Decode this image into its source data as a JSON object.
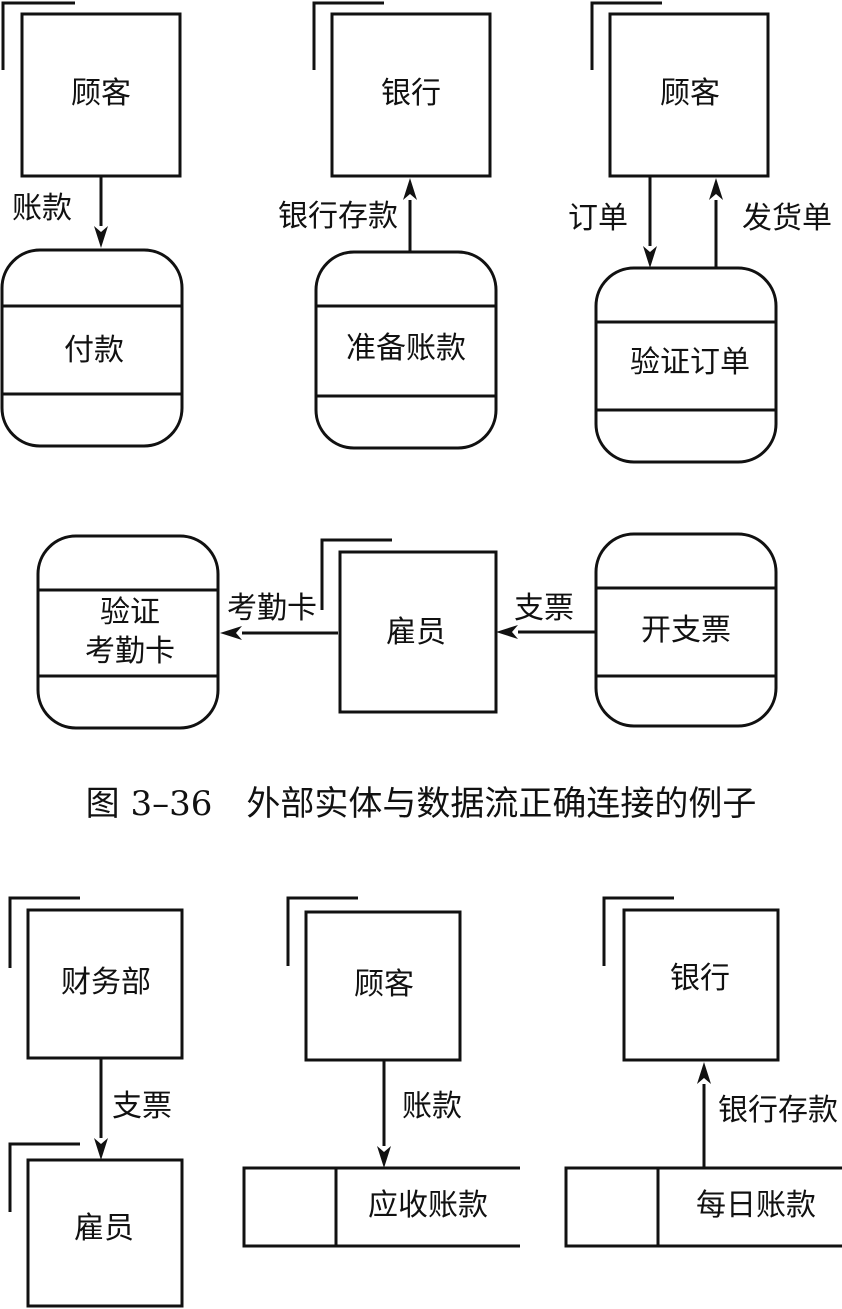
{
  "figure1": {
    "panel1": {
      "entity": "顾客",
      "flow": "账款",
      "process": "付款"
    },
    "panel2": {
      "entity": "银行",
      "flow": "银行存款",
      "process": "准备账款"
    },
    "panel3": {
      "entity": "顾客",
      "flow_in": "订单",
      "flow_out": "发货单",
      "process": "验证订单"
    },
    "panel4": {
      "process_left_line1": "验证",
      "process_left_line2": "考勤卡",
      "flow_left": "考勤卡",
      "entity": "雇员",
      "flow_right": "支票",
      "process_right": "开支票"
    },
    "caption": "图 3–36　外部实体与数据流正确连接的例子"
  },
  "figure2": {
    "panel1": {
      "entity_top": "财务部",
      "flow": "支票",
      "entity_bottom": "雇员"
    },
    "panel2": {
      "entity": "顾客",
      "flow": "账款",
      "store": "应收账款"
    },
    "panel3": {
      "entity": "银行",
      "flow": "银行存款",
      "store": "每日账款"
    }
  }
}
